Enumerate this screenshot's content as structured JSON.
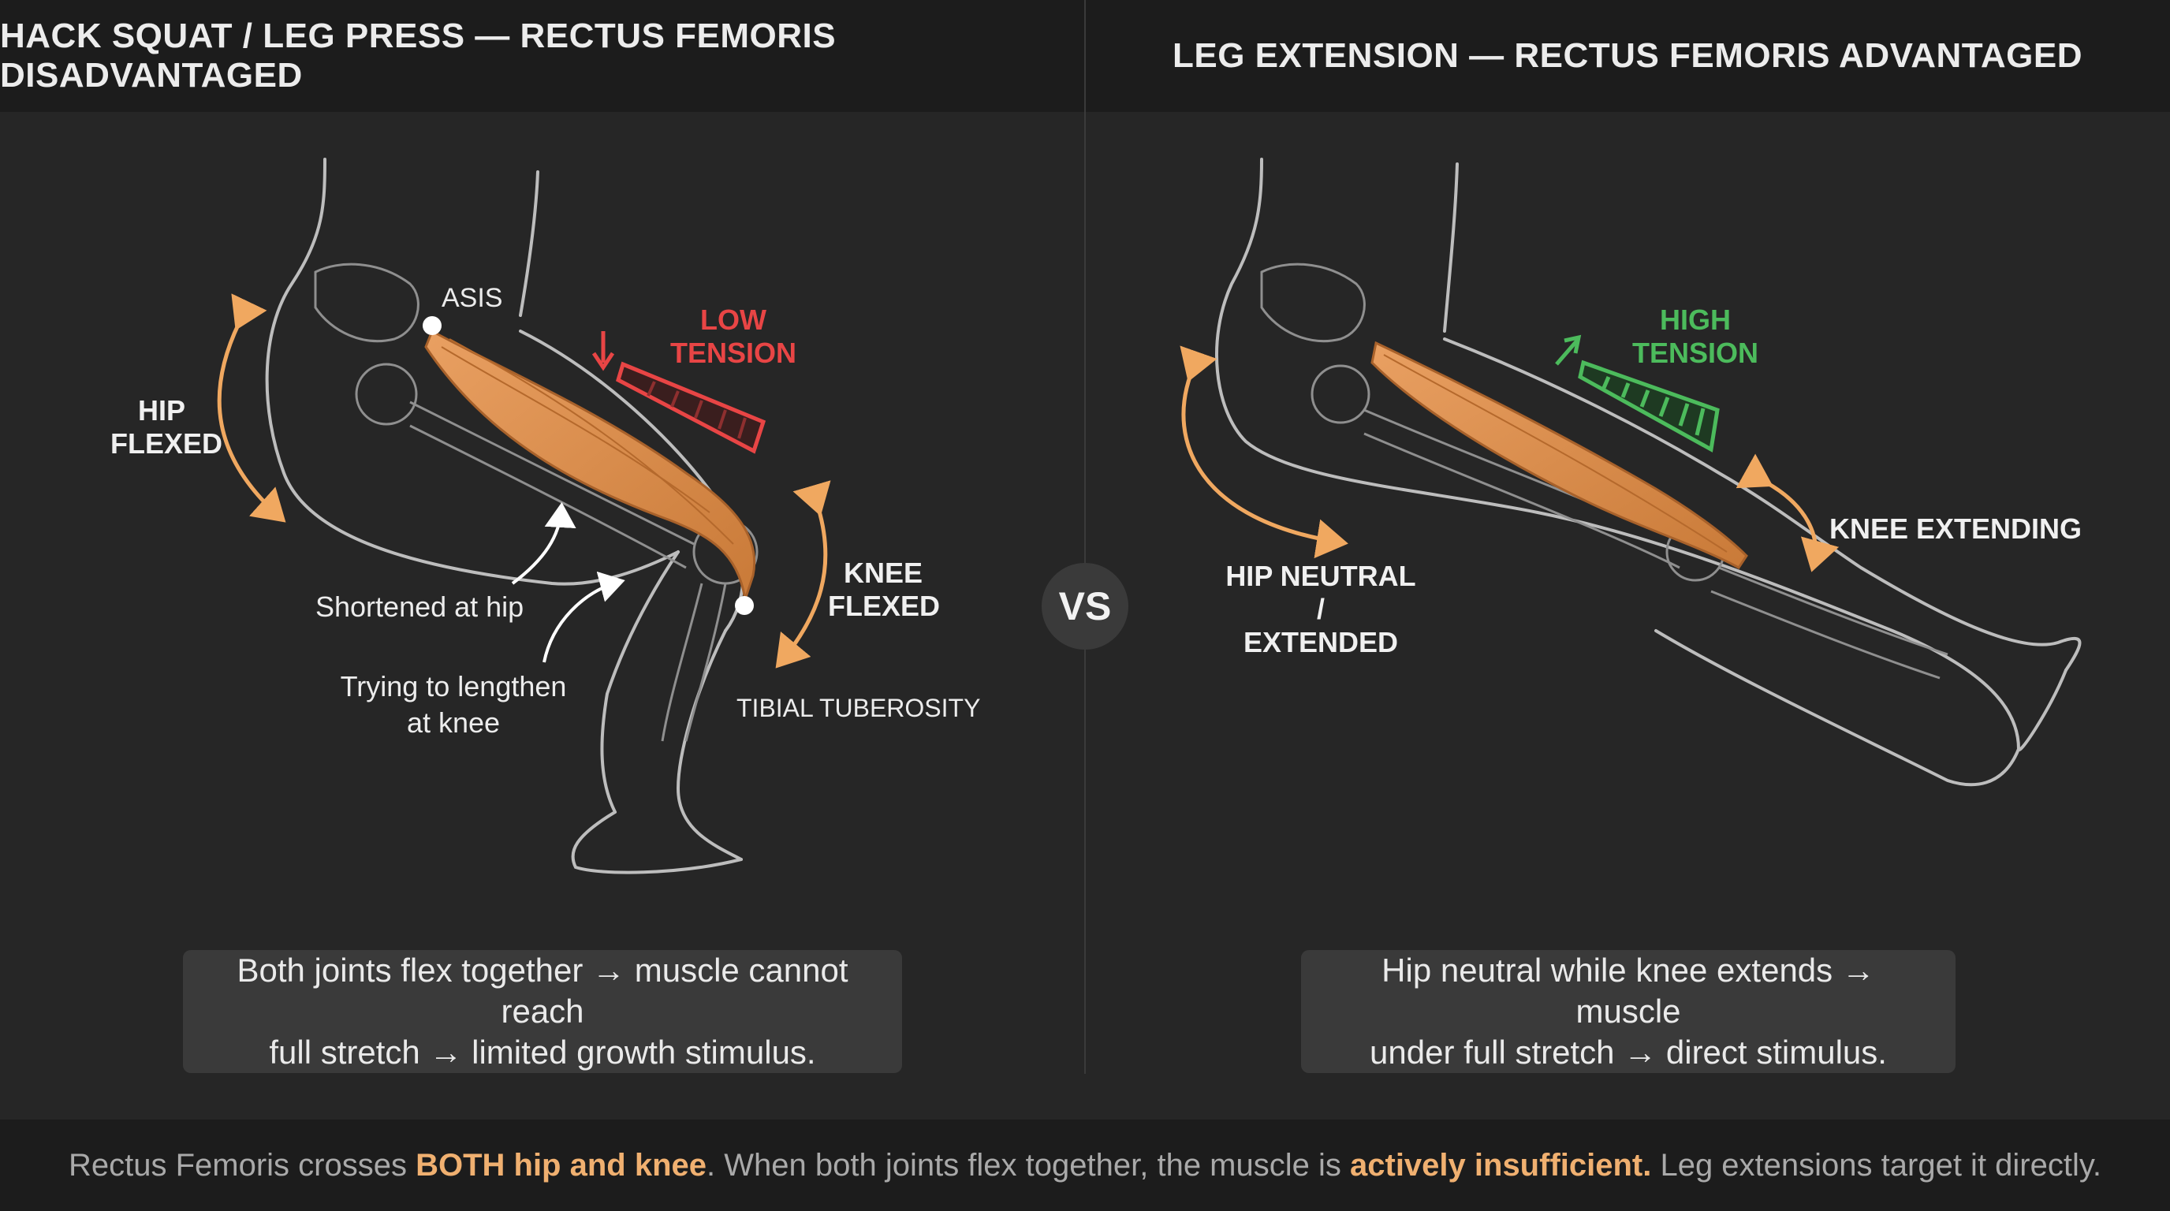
{
  "left_panel": {
    "title": "HACK SQUAT / LEG PRESS — RECTUS FEMORIS DISADVANTAGED",
    "labels": {
      "asis": "ASIS",
      "hip_flexed_1": "HIP",
      "hip_flexed_2": "FLEXED",
      "low_tension_1": "LOW",
      "low_tension_2": "TENSION",
      "knee_flexed_1": "KNEE",
      "knee_flexed_2": "FLEXED",
      "shortened": "Shortened at hip",
      "lengthen_1": "Trying to lengthen",
      "lengthen_2": "at knee",
      "tibial": "TIBIAL TUBEROSITY"
    },
    "caption_1": "Both joints flex together → muscle cannot reach",
    "caption_2": "full stretch → limited growth stimulus."
  },
  "right_panel": {
    "title": "LEG EXTENSION — RECTUS FEMORIS ADVANTAGED",
    "labels": {
      "high_tension_1": "HIGH",
      "high_tension_2": "TENSION",
      "knee_extending": "KNEE EXTENDING",
      "hip_neutral_1": "HIP NEUTRAL /",
      "hip_neutral_2": "EXTENDED"
    },
    "caption_1": "Hip neutral while knee extends → muscle",
    "caption_2": "under full stretch → direct stimulus."
  },
  "vs": "VS",
  "footer": {
    "part1": "Rectus Femoris crosses ",
    "hl1": "BOTH hip and knee",
    "part2": ". When both joints flex together, the muscle is ",
    "hl2": "actively insufficient.",
    "part3": " Leg extensions target it directly."
  },
  "colors": {
    "muscle": "#e0904a",
    "low_tension": "#e84545",
    "high_tension": "#4cbb5c",
    "arrow_orange": "#f0a860",
    "outline": "#bdbdbd"
  }
}
